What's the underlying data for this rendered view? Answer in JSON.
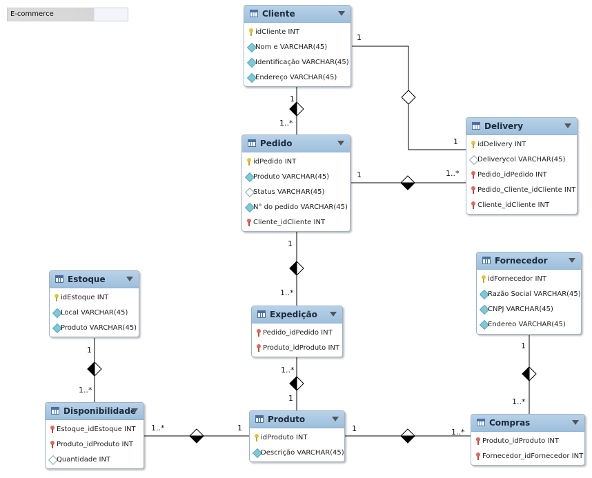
{
  "diagram_title": "E-commerce",
  "tables": {
    "cliente": {
      "name": "Cliente",
      "columns": [
        {
          "text": "idCliente INT",
          "kind": "key"
        },
        {
          "text": "Nom e VARCHAR(45)",
          "kind": "col"
        },
        {
          "text": "Identificação VARCHAR(45)",
          "kind": "col"
        },
        {
          "text": "Endereço VARCHAR(45)",
          "kind": "col"
        }
      ]
    },
    "pedido": {
      "name": "Pedido",
      "columns": [
        {
          "text": "idPedido INT",
          "kind": "key"
        },
        {
          "text": "Produto VARCHAR(45)",
          "kind": "col"
        },
        {
          "text": "Status VARCHAR(45)",
          "kind": "null"
        },
        {
          "text": "N° do pedido VARCHAR(45)",
          "kind": "col"
        },
        {
          "text": "Cliente_idCliente INT",
          "kind": "fk"
        }
      ]
    },
    "delivery": {
      "name": "Delivery",
      "columns": [
        {
          "text": "idDelivery INT",
          "kind": "key"
        },
        {
          "text": "Deliverycol VARCHAR(45)",
          "kind": "null"
        },
        {
          "text": "Pedido_idPedido INT",
          "kind": "fk"
        },
        {
          "text": "Pedido_Cliente_idCliente INT",
          "kind": "fk"
        },
        {
          "text": "Cliente_idCliente INT",
          "kind": "fk"
        }
      ]
    },
    "estoque": {
      "name": "Estoque",
      "columns": [
        {
          "text": "idEstoque INT",
          "kind": "key"
        },
        {
          "text": "Local VARCHAR(45)",
          "kind": "col"
        },
        {
          "text": "Produto VARCHAR(45)",
          "kind": "col"
        }
      ]
    },
    "expedicao": {
      "name": "Expedição",
      "columns": [
        {
          "text": "Pedido_idPedido INT",
          "kind": "fk"
        },
        {
          "text": "Produto_idProduto INT",
          "kind": "fk"
        }
      ]
    },
    "fornecedor": {
      "name": "Fornecedor",
      "columns": [
        {
          "text": "idFornecedor INT",
          "kind": "key"
        },
        {
          "text": "Razão Social VARCHAR(45)",
          "kind": "col"
        },
        {
          "text": "CNPJ VARCHAR(45)",
          "kind": "col"
        },
        {
          "text": "Endereo VARCHAR(45)",
          "kind": "col"
        }
      ]
    },
    "disponibilidade": {
      "name": "Disponibilidade",
      "columns": [
        {
          "text": "Estoque_idEstoque INT",
          "kind": "fk"
        },
        {
          "text": "Produto_idProduto INT",
          "kind": "fk"
        },
        {
          "text": "Quantidade INT",
          "kind": "null"
        }
      ]
    },
    "produto": {
      "name": "Produto",
      "columns": [
        {
          "text": "idProduto INT",
          "kind": "key"
        },
        {
          "text": "Descrição VARCHAR(45)",
          "kind": "col"
        }
      ]
    },
    "compras": {
      "name": "Compras",
      "columns": [
        {
          "text": "Produto_idProduto INT",
          "kind": "fk"
        },
        {
          "text": "Fornecedor_idFornecedor INT",
          "kind": "fk"
        }
      ]
    }
  },
  "cardinalities": {
    "cliente_pedido_one": "1",
    "cliente_pedido_many": "1..*",
    "cliente_delivery_one": "1",
    "cliente_delivery_other": "1",
    "pedido_delivery_one": "1",
    "pedido_delivery_many": "1..*",
    "pedido_expedicao_one": "1",
    "pedido_expedicao_many": "1..*",
    "produto_expedicao_many": "1..*",
    "produto_expedicao_one": "1",
    "estoque_disp_one": "1",
    "estoque_disp_many": "1..*",
    "produto_disp_many": "1..*",
    "produto_disp_one": "1",
    "produto_compras_one": "1",
    "produto_compras_many": "1..*",
    "fornecedor_compras_one": "1",
    "fornecedor_compras_many": "1..*"
  }
}
